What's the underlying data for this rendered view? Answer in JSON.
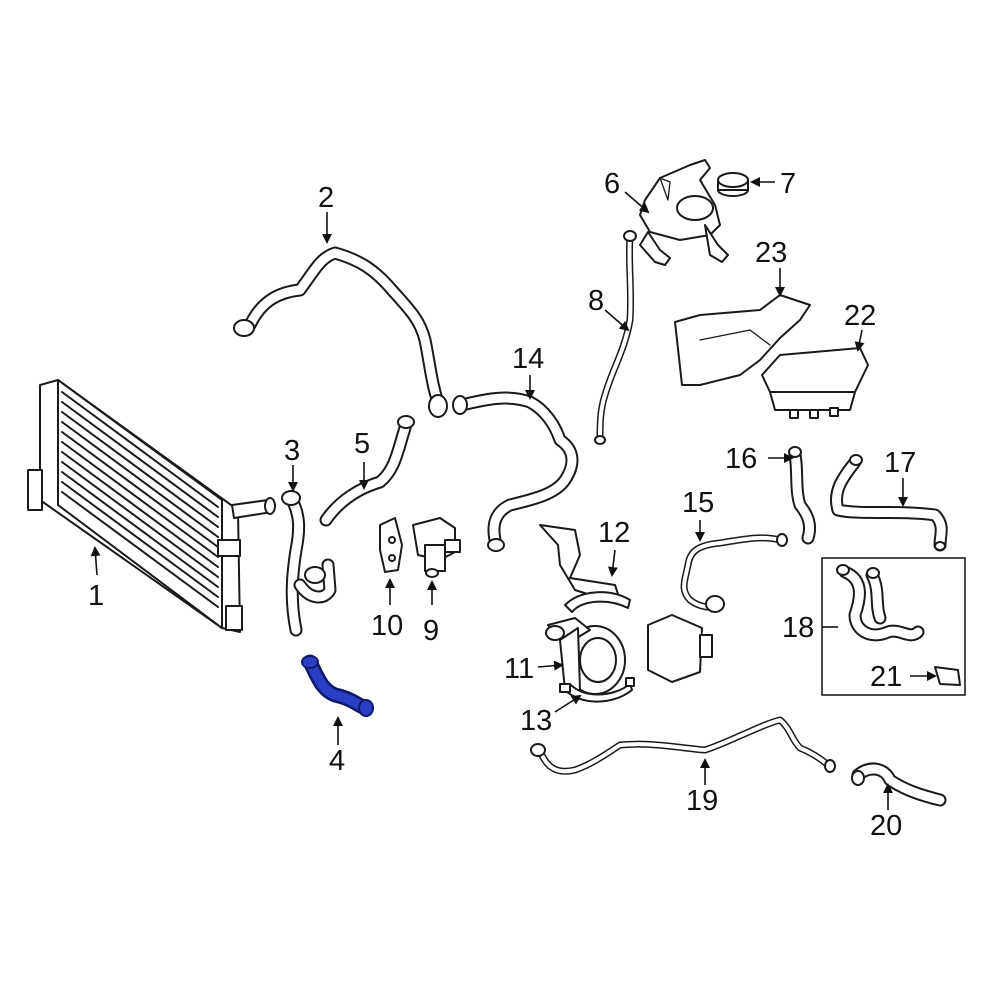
{
  "diagram": {
    "callouts": [
      "1",
      "2",
      "3",
      "4",
      "5",
      "6",
      "7",
      "8",
      "9",
      "10",
      "11",
      "12",
      "13",
      "14",
      "15",
      "16",
      "17",
      "18",
      "19",
      "20",
      "21",
      "22",
      "23"
    ],
    "highlight_color": "#2a3fc4",
    "highlighted_part": "4"
  }
}
